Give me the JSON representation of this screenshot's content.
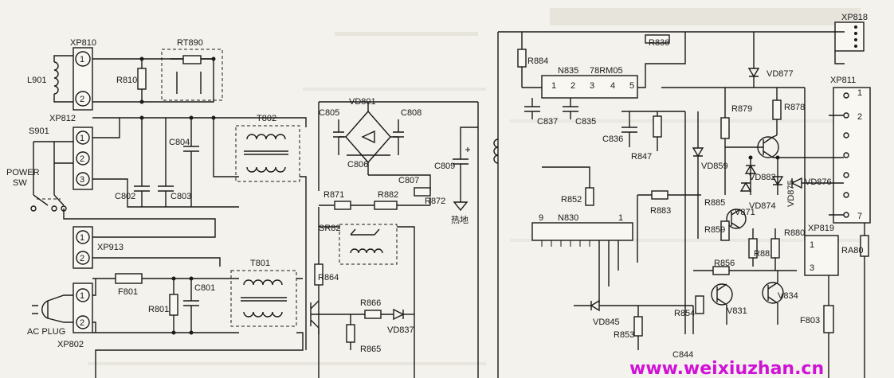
{
  "watermark": "www.weixiuzhan.cn",
  "connectors": {
    "xp810": "XP810",
    "xp812": "XP812",
    "xp913": "XP913",
    "xp802": "XP802",
    "xp818": "XP818",
    "xp811": "XP811",
    "xp819": "XP819"
  },
  "pins": {
    "p1": "1",
    "p2": "2",
    "p3": "3",
    "p4": "4",
    "p5": "5",
    "p7": "7",
    "p9": "9"
  },
  "components": {
    "l901": "L901",
    "rt890": "RT890",
    "r810": "R810",
    "s901": "S901",
    "power": "POWER",
    "sw": "SW",
    "c804": "C804",
    "c802": "C802",
    "c803": "C803",
    "t802": "T802",
    "f801": "F801",
    "r801": "R801",
    "c801": "C801",
    "t801": "T801",
    "ac_plug": "AC PLUG",
    "c805": "C805",
    "vd801": "VD801",
    "c806": "C806",
    "c808": "C808",
    "c807": "C807",
    "c809": "C809",
    "r871": "R871",
    "r882": "R882",
    "r872": "R872",
    "hot_ground": "热地",
    "sr82": "SR82",
    "r864": "R864",
    "r866": "R866",
    "vd837": "VD837",
    "r865": "R865",
    "r884": "R884",
    "n835": "N835",
    "reg_type": "78RM05",
    "c837": "C837",
    "c835": "C835",
    "r836": "R836",
    "c836": "C836",
    "r847": "R847",
    "r852": "R852",
    "n830": "N830",
    "r883": "R883",
    "vd845": "VD845",
    "r853": "R853",
    "c844": "C844",
    "vd859": "VD859",
    "r879": "R879",
    "r878": "R878",
    "vd877": "VD877",
    "vd882": "VD882",
    "vd874": "VD874",
    "vd875": "VD875",
    "vd876": "VD876",
    "r885": "R885",
    "v871": "V871",
    "r859": "R859",
    "r881": "R881",
    "r880": "R880",
    "r856": "R856",
    "r854": "R854",
    "v831": "V831",
    "v834": "V834",
    "f803": "F803",
    "ra80": "RA80"
  }
}
